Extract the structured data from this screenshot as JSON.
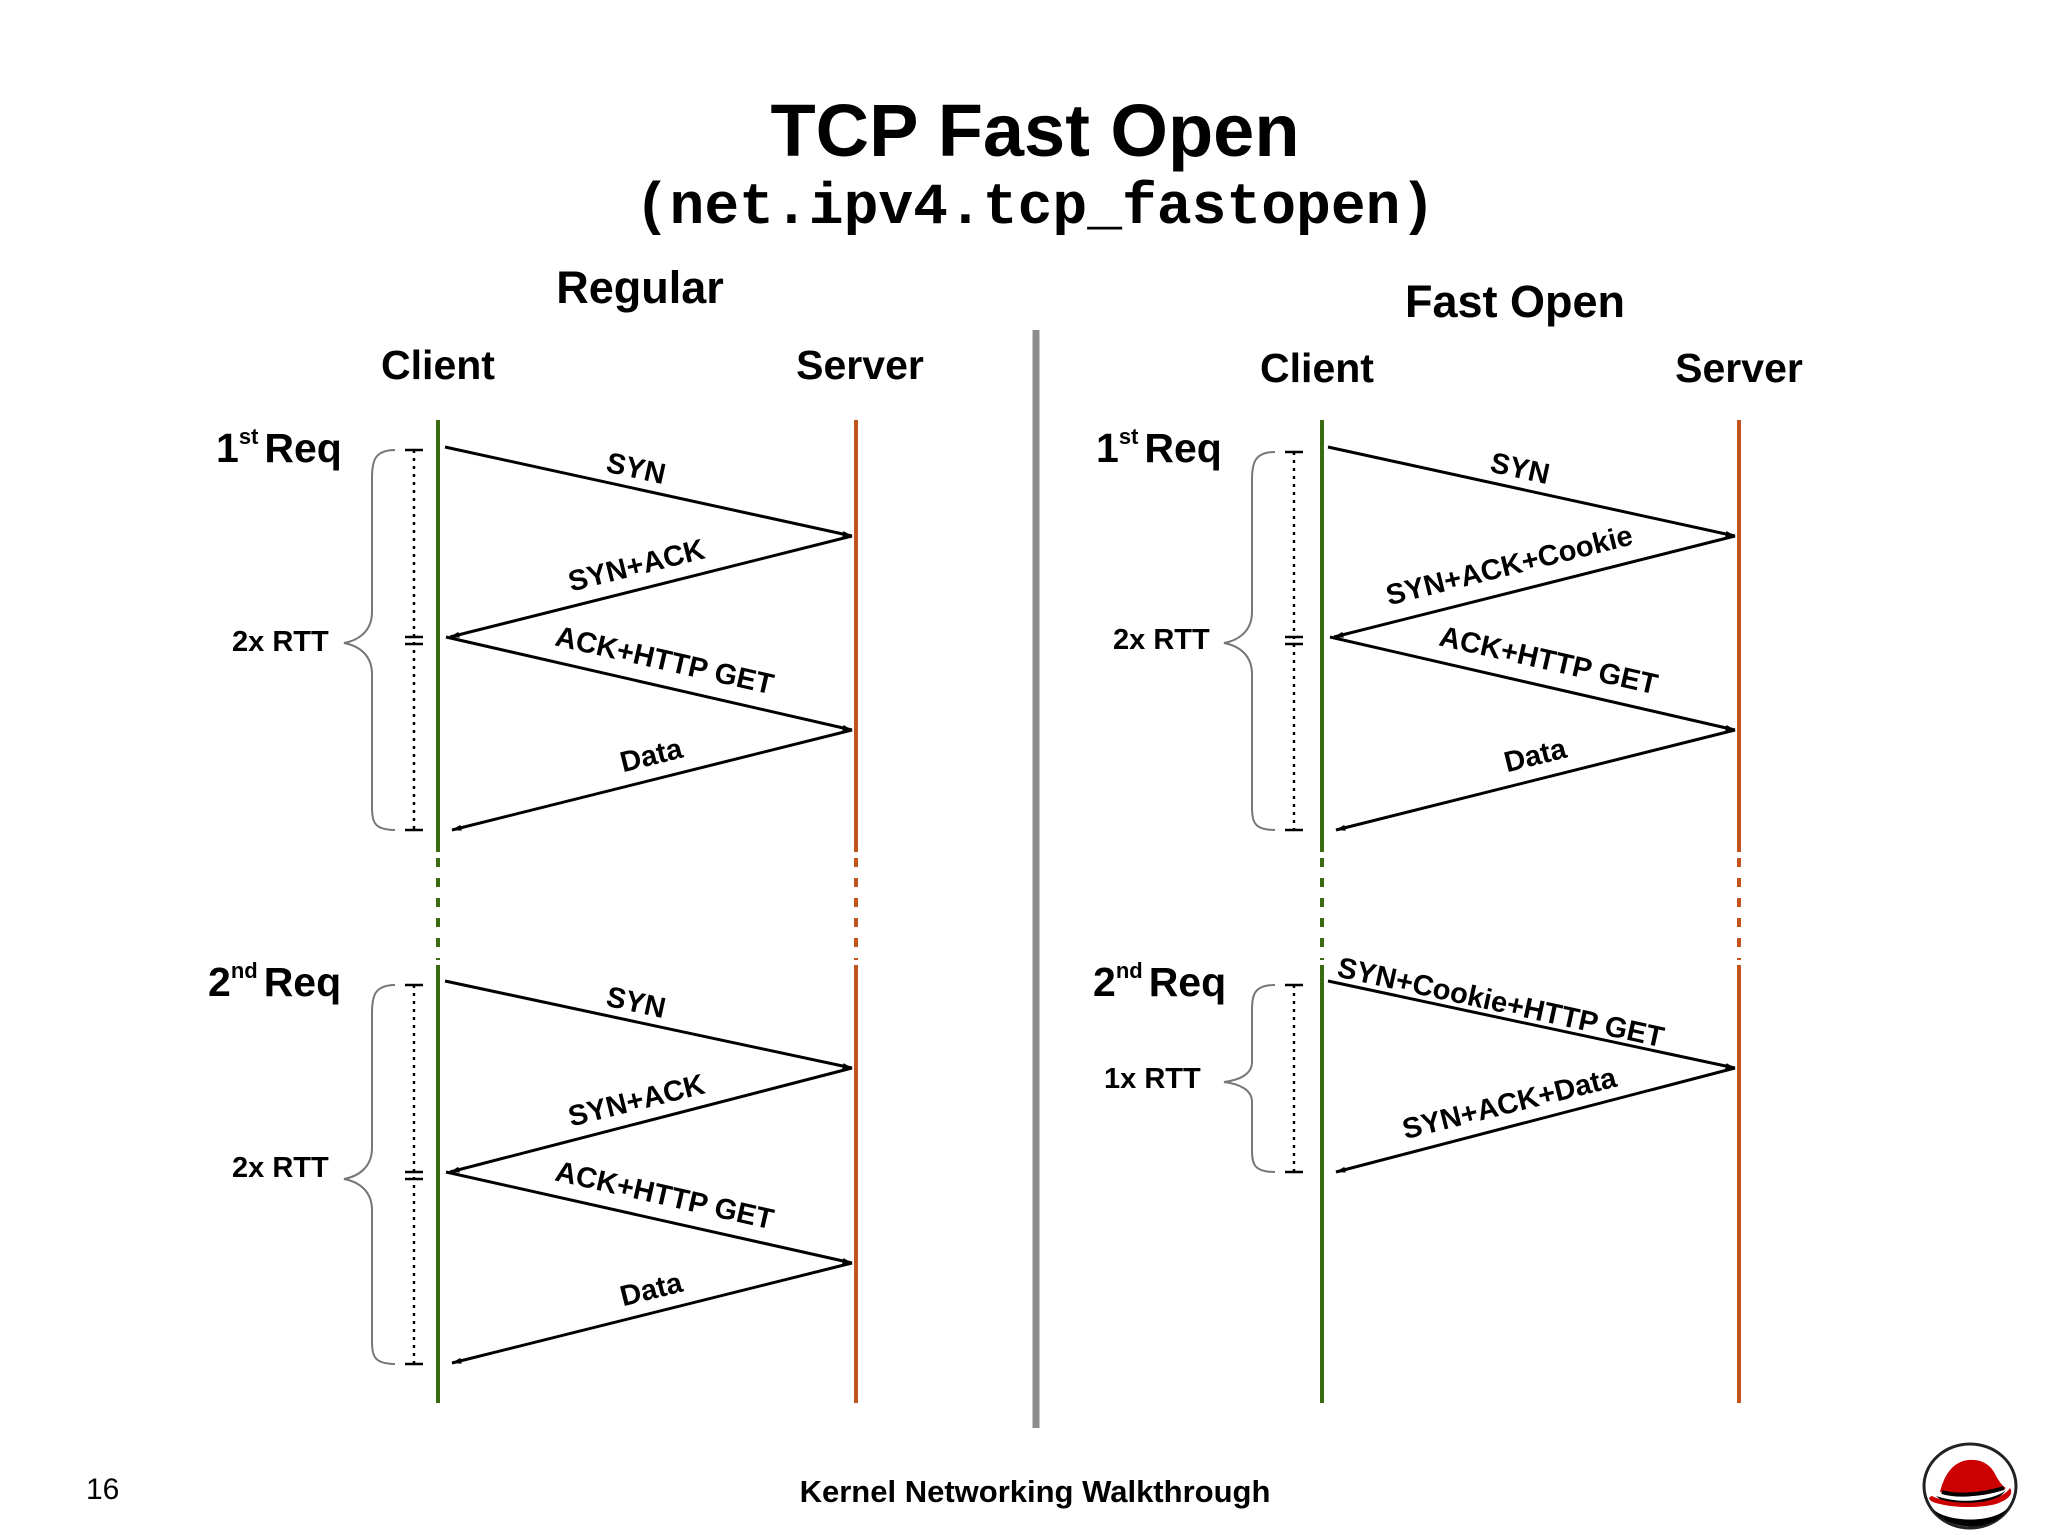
{
  "title": "TCP Fast Open",
  "subtitle": "(net.ipv4.tcp_fastopen)",
  "regular": {
    "heading": "Regular",
    "client": "Client",
    "server": "Server",
    "req1": {
      "num": "1",
      "sup": "st",
      "word": "Req",
      "rtt": "2x RTT",
      "msgs": [
        "SYN",
        "SYN+ACK",
        "ACK+HTTP GET",
        "Data"
      ]
    },
    "req2": {
      "num": "2",
      "sup": "nd",
      "word": "Req",
      "rtt": "2x RTT",
      "msgs": [
        "SYN",
        "SYN+ACK",
        "ACK+HTTP GET",
        "Data"
      ]
    }
  },
  "fastopen": {
    "heading": "Fast Open",
    "client": "Client",
    "server": "Server",
    "req1": {
      "num": "1",
      "sup": "st",
      "word": "Req",
      "rtt": "2x RTT",
      "msgs": [
        "SYN",
        "SYN+ACK+Cookie",
        "ACK+HTTP GET",
        "Data"
      ]
    },
    "req2": {
      "num": "2",
      "sup": "nd",
      "word": "Req",
      "rtt": "1x RTT",
      "msgs": [
        "SYN+Cookie+HTTP GET",
        "SYN+ACK+Data"
      ]
    }
  },
  "footer": {
    "page": "16",
    "title": "Kernel Networking Walkthrough"
  },
  "colors": {
    "client_line": "#3a6b10",
    "server_line": "#c0541c",
    "divider": "#8c8c8c",
    "logo_red": "#cc0000"
  },
  "logo_icon": "red-hat-shadowman-logo"
}
